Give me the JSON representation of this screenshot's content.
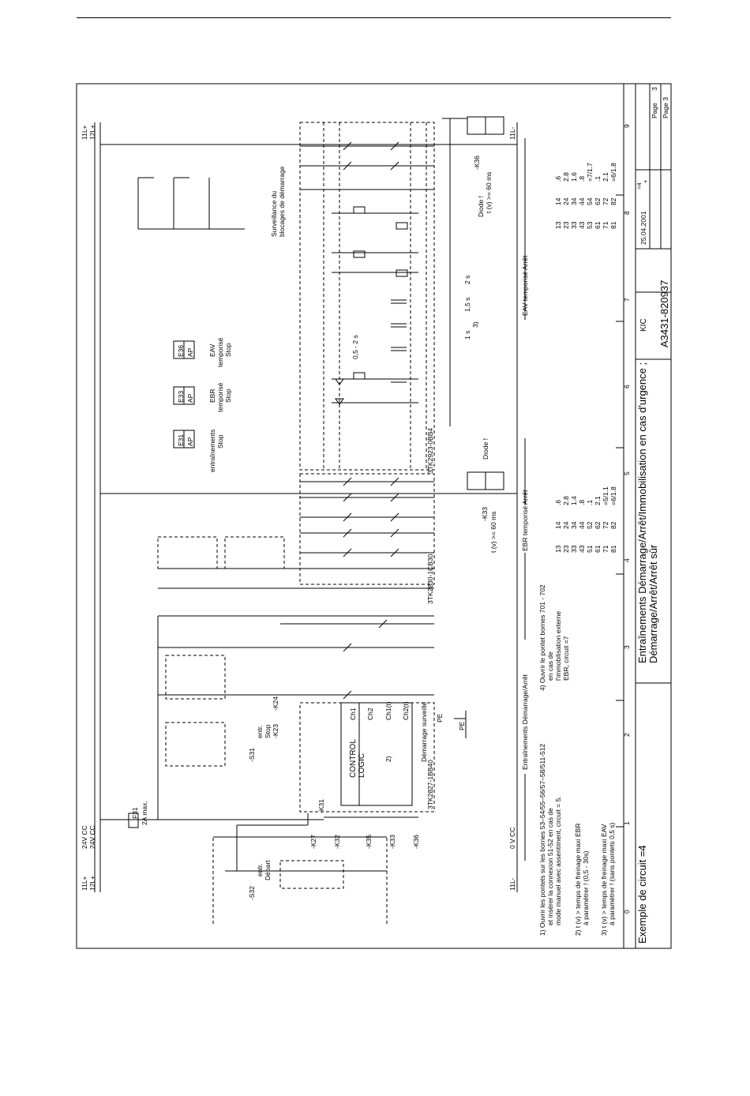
{
  "title_block": {
    "circuit": "Exemple de circuit =4",
    "title_line1": "Entraînements Démarrage/Arrêt/Immobilisation en cas d'urgence ;",
    "title_line2": "Démarrage/Arrêt/Arrêt sûr",
    "doc_number": "A3431-820937",
    "author": "KIC",
    "date": "25.04.2001",
    "eq": "=4",
    "plus": "+",
    "page_label": "Page",
    "page_of": "Page 3",
    "page_num": "3",
    "cols": [
      "0",
      "1",
      "2",
      "3",
      "4",
      "5",
      "6",
      "7",
      "8",
      "9"
    ]
  },
  "rails": {
    "l11p": "11L+",
    "l12p": "12L+",
    "l11m": "11L-",
    "v24_1": "24V CC",
    "v24_2": "24V CC",
    "v0": "0 V CC"
  },
  "fuse": {
    "name": "F31",
    "rating": "2A max."
  },
  "notes": [
    "1) Ouvrir les pontets sur les bornes 53–54/55–56/57–58/511-512",
    "et insérer la connexion 51-52 en cas de",
    "mode manuel avec assentiment, circuit = 5.",
    "2) t (v) > temps de freinage maxi EBR",
    "à paramétrer ! (0,5 - 30s)",
    "3) t (v) > temps de freinage maxi EAV",
    "à paramétrer ! (sans pontets 0,5 s)"
  ],
  "note4": [
    "4) Ouvrir le pontet bornes 701 - 702",
    "en cas de",
    "l'immobilisation externe",
    "EBR, circuit =7"
  ],
  "sections": {
    "start_stop": "Entraînements Démarrage/Arrêt",
    "ebr": "EBR temporisé Arrêt",
    "eav": "EAV temporisé Arrêt"
  },
  "modules": {
    "k31_type": "3TK2827-1BB40",
    "k32_type": "3TK2830-1CB30",
    "k35_type": "3TK2923-0BB4",
    "control1": "CONTROL",
    "control2": "LOGIC",
    "note2": "2)",
    "ch": [
      "Ch1",
      "Ch2",
      "Ch1(t)",
      "Ch2(t)"
    ],
    "demarrage": "Démarrage surveillé",
    "pe": "PE"
  },
  "left_labels": {
    "s32": "-S32",
    "entr_depart1": "entr.",
    "entr_depart2": "Départ",
    "s31": "-S31",
    "entr_stop1": "entr.",
    "entr_stop2": "Stop",
    "k23": "-K23",
    "k24": "-K24",
    "k27": "-K27",
    "k32l": "-K32",
    "k35l": "-K35",
    "k33l": "-K33",
    "k36l": "-K36",
    "k31": "-K31"
  },
  "lamps": {
    "e31": "E31",
    "e33": "E33",
    "e36": "E36",
    "ap": "AP",
    "lab1a": "entraînements",
    "lab1b": "Stop",
    "lab2a": "EBR",
    "lab2b": "temporisé",
    "lab2c": "Stop",
    "lab3a": "EAV",
    "lab3b": "temporisé",
    "lab3c": "Stop"
  },
  "surveillance": {
    "line1": "Surveillance du",
    "line2": "blocages de démarrage"
  },
  "timing": {
    "range": "0,5 - 2 s",
    "t1": "1 s",
    "t15": "1,5 s",
    "t2": "2 s",
    "n3": "3)"
  },
  "diode": {
    "a": "Diode !",
    "b": "Diode !",
    "tv1": "t (v) >= 60 ms",
    "tv2": "t (v) >= 60 ms",
    "k33": "-K33",
    "k36": "-K36"
  },
  "ebr_table": [
    [
      "13",
      "14",
      ".6"
    ],
    [
      "23",
      "24",
      "2.8"
    ],
    [
      "33",
      "34",
      "1.4"
    ],
    [
      "43",
      "44",
      ".8"
    ],
    [
      "51",
      "52",
      ".1"
    ],
    [
      "61",
      "62",
      "2.1"
    ],
    [
      "71",
      "72",
      "=5/1.1"
    ],
    [
      "81",
      "82",
      "=6/1.8"
    ]
  ],
  "eav_table": [
    [
      "13",
      "14",
      ".6"
    ],
    [
      "23",
      "24",
      "2.8"
    ],
    [
      "33",
      "34",
      "1.6"
    ],
    [
      "43",
      "44",
      ".8"
    ],
    [
      "53",
      "54",
      "=7/1.7"
    ],
    [
      "61",
      "62",
      ".1"
    ],
    [
      "71",
      "72",
      "2.1"
    ],
    [
      "81",
      "82",
      "=6/1.8"
    ]
  ]
}
